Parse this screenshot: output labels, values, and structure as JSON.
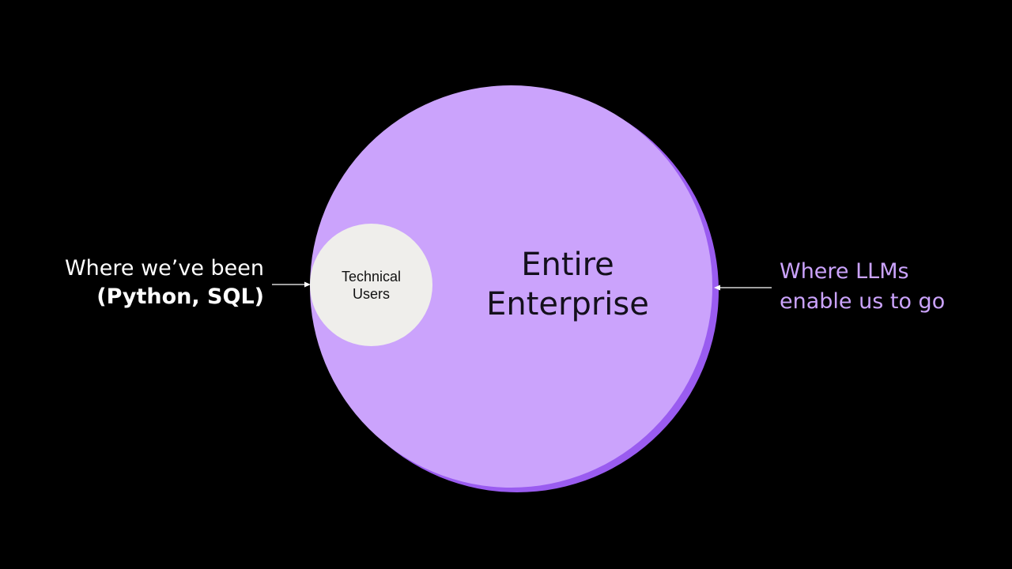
{
  "diagram": {
    "outer_circle": {
      "label_lines": [
        "Entire",
        "Enterprise"
      ],
      "fill": "#cba3fc",
      "edge": "#9a5cf0"
    },
    "inner_circle": {
      "label_lines": [
        "Technical",
        "Users"
      ],
      "fill": "#efeeeb"
    },
    "left_annotation": {
      "lines": [
        "Where we’ve been",
        "(Python, SQL)"
      ],
      "color": "#ffffff"
    },
    "right_annotation": {
      "lines": [
        "Where LLMs",
        "enable us to go"
      ],
      "color": "#cba3fc"
    },
    "background": "#000000"
  }
}
